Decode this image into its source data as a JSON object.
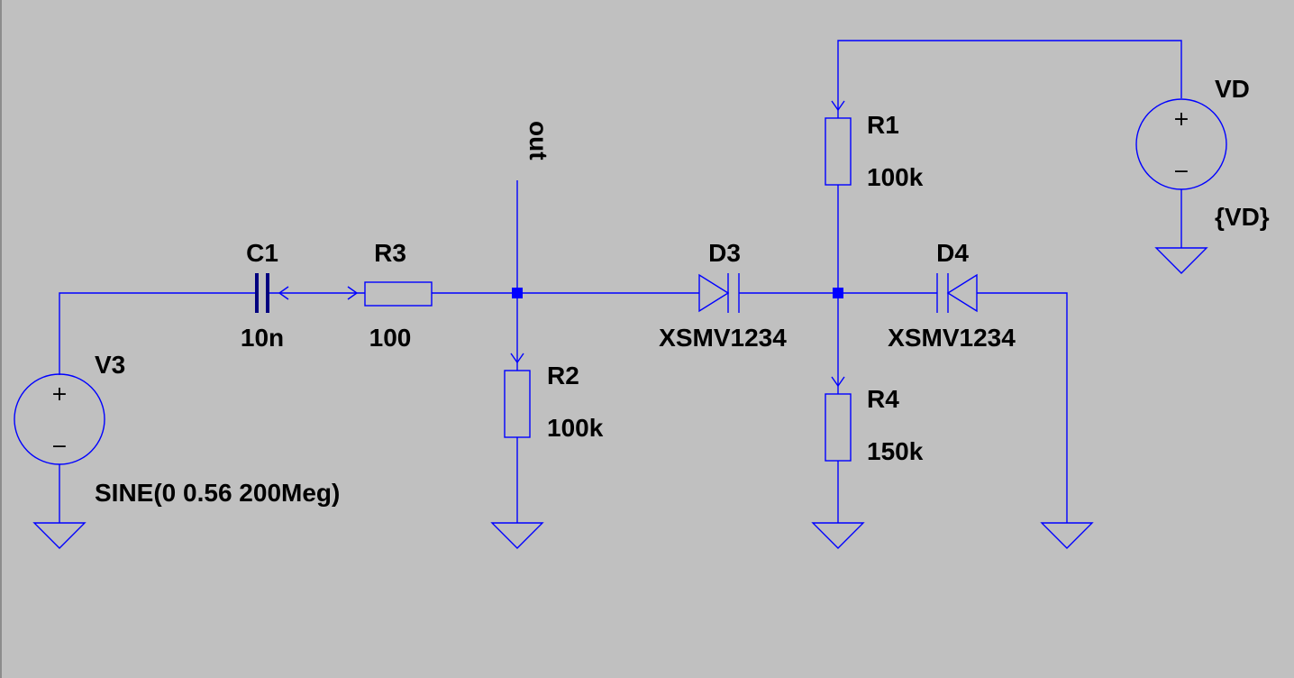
{
  "components": {
    "C1": {
      "name": "C1",
      "value": "10n"
    },
    "R3": {
      "name": "R3",
      "value": "100"
    },
    "R2": {
      "name": "R2",
      "value": "100k"
    },
    "R1": {
      "name": "R1",
      "value": "100k"
    },
    "R4": {
      "name": "R4",
      "value": "150k"
    },
    "D3": {
      "name": "D3",
      "value": "XSMV1234"
    },
    "D4": {
      "name": "D4",
      "value": "XSMV1234"
    },
    "V3": {
      "name": "V3",
      "value": "SINE(0 0.56 200Meg)"
    },
    "VD": {
      "name": "VD",
      "value": "{VD}"
    }
  },
  "net_labels": {
    "out": "out"
  },
  "symbols": {
    "plus": "+",
    "minus": "−"
  },
  "colors": {
    "background": "#c0c0c0",
    "wire": "#0000ff",
    "capacitor_plate": "#00007f",
    "text": "#000000"
  }
}
